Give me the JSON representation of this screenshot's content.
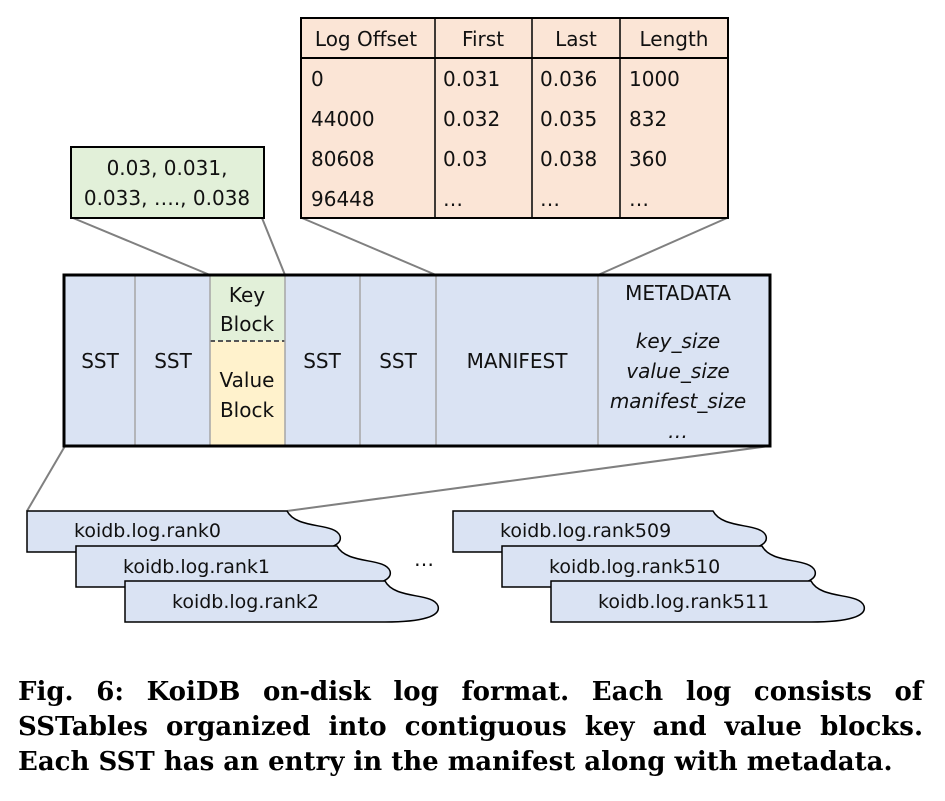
{
  "offset_table": {
    "headers": [
      "Log Offset",
      "First",
      "Last",
      "Length"
    ],
    "rows": [
      [
        "0",
        "0.031",
        "0.036",
        "1000"
      ],
      [
        "44000",
        "0.032",
        "0.035",
        "832"
      ],
      [
        "80608",
        "0.03",
        "0.038",
        "360"
      ],
      [
        "96448",
        "…",
        "…",
        "…"
      ]
    ]
  },
  "key_callout": {
    "line1": "0.03, 0.031,",
    "line2": "0.033, …., 0.038"
  },
  "log_blocks": {
    "sst": "SST",
    "key_block": [
      "Key",
      "Block"
    ],
    "value_block": [
      "Value",
      "Block"
    ],
    "manifest": "MANIFEST",
    "metadata_title": "METADATA",
    "metadata_fields": [
      "key_size",
      "value_size",
      "manifest_size",
      "…"
    ]
  },
  "log_files": {
    "left": [
      "koidb.log.rank0",
      "koidb.log.rank1",
      "koidb.log.rank2"
    ],
    "ellipsis": "…",
    "right": [
      "koidb.log.rank509",
      "koidb.log.rank510",
      "koidb.log.rank511"
    ]
  },
  "caption": "Fig. 6: KoiDB on-disk log format. Each log consists of SSTables organized into contiguous key and value blocks. Each SST has an entry in the manifest along with metadata.",
  "colors": {
    "table_fill": "#fbe5d6",
    "key_fill": "#e2f0d9",
    "value_fill": "#fff2cc",
    "block_fill": "#dae3f3",
    "connector": "#808080"
  }
}
